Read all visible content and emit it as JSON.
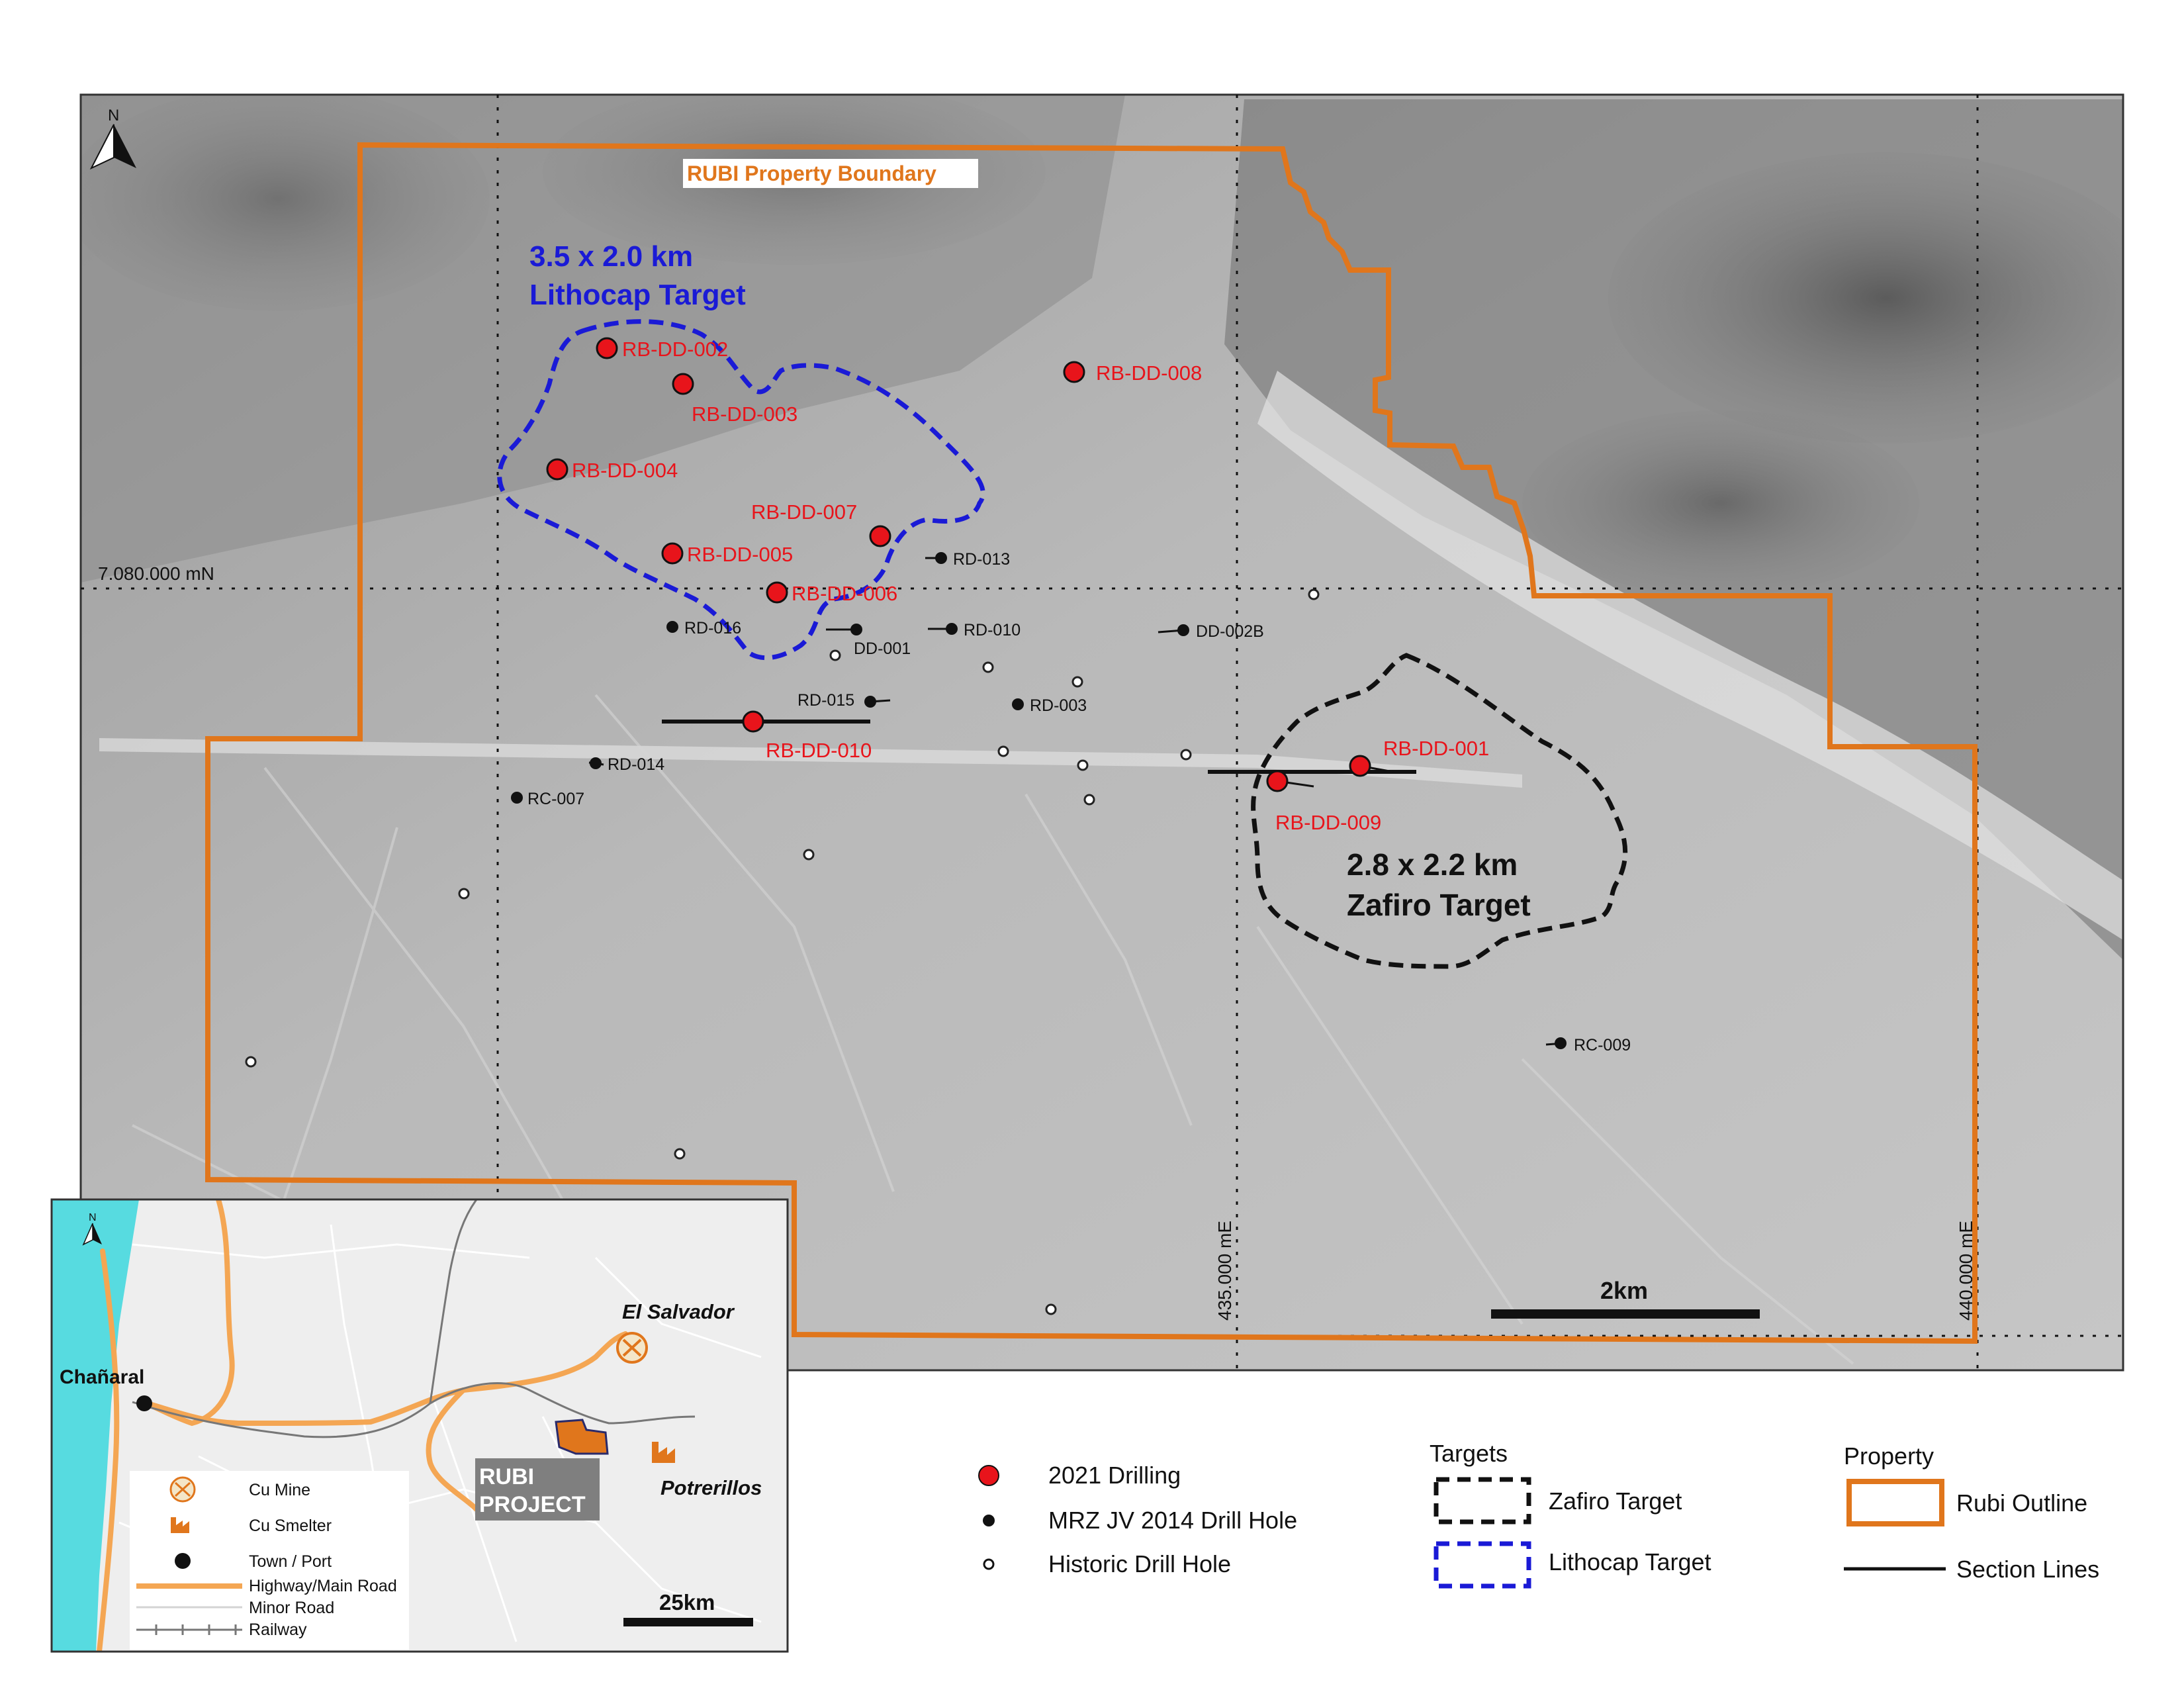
{
  "colors": {
    "drilling_2021": "#e8141b",
    "property_outline": "#e0761c",
    "lithocap": "#1a1ad6",
    "zafiro": "#111111",
    "water": "#57dbe0"
  },
  "north_label": "N",
  "property_label": "RUBI Property Boundary",
  "lithocap_target": {
    "line1": "3.5 x 2.0 km",
    "line2": "Lithocap Target"
  },
  "zafiro_target": {
    "line1": "2.8 x 2.2 km",
    "line2": "Zafiro Target"
  },
  "grid": {
    "northing": "7.080.000 mN",
    "easting_1": "435.000 mE",
    "easting_2": "440.000 mE"
  },
  "scale_bar": "2km",
  "drill_2021": [
    {
      "name": "RB-DD-001"
    },
    {
      "name": "RB-DD-002"
    },
    {
      "name": "RB-DD-003"
    },
    {
      "name": "RB-DD-004"
    },
    {
      "name": "RB-DD-005"
    },
    {
      "name": "RB-DD-006"
    },
    {
      "name": "RB-DD-007"
    },
    {
      "name": "RB-DD-008"
    },
    {
      "name": "RB-DD-009"
    },
    {
      "name": "RB-DD-010"
    }
  ],
  "drill_2014": [
    {
      "name": "RD-013"
    },
    {
      "name": "RD-016"
    },
    {
      "name": "DD-001"
    },
    {
      "name": "RD-010"
    },
    {
      "name": "DD-002B"
    },
    {
      "name": "RD-015"
    },
    {
      "name": "RD-003"
    },
    {
      "name": "RD-014"
    },
    {
      "name": "RC-007"
    },
    {
      "name": "RC-009"
    }
  ],
  "legend": {
    "drilling_2021": "2021 Drilling",
    "mrz_2014": "MRZ JV 2014 Drill Hole",
    "historic": "Historic Drill Hole",
    "targets_title": "Targets",
    "zafiro": "Zafiro Target",
    "lithocap": "Lithocap Target",
    "property_title": "Property",
    "rubi_outline": "Rubi Outline",
    "section_lines": "Section Lines"
  },
  "inset": {
    "north_label": "N",
    "town_chanaral": "Chañaral",
    "el_salvador": "El Salvador",
    "potrerillos": "Potrerillos",
    "project_line1": "RUBI",
    "project_line2": "PROJECT",
    "scale": "25km",
    "legend": {
      "cu_mine": "Cu Mine",
      "cu_smelter": "Cu Smelter",
      "town_port": "Town / Port",
      "highway": "Highway/Main Road",
      "minor_road": "Minor Road",
      "railway": "Railway"
    }
  }
}
